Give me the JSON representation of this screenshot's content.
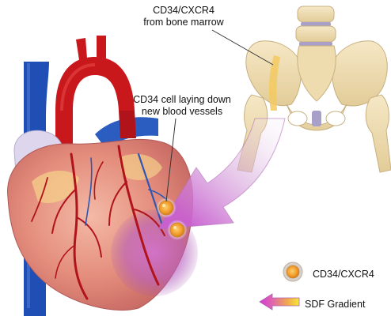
{
  "labels": {
    "bone_marrow_line1": "CD34/CXCR4",
    "bone_marrow_line2": "from bone marrow",
    "cell_line1": "CD34 cell laying down",
    "cell_line2": "new blood vessels"
  },
  "legend": {
    "cell_label": "CD34/CXCR4",
    "gradient_label": "SDF Gradient"
  },
  "colors": {
    "aorta": "#c8181c",
    "vena_cava": "#1f4fb5",
    "myocardium": "#e89a86",
    "coronary_artery": "#b0141a",
    "coronary_vein": "#2f56b0",
    "bone": "#eedcb0",
    "arrow_magenta": "#c85fd0",
    "cell_orange": "#f0a030",
    "gradient_yellow": "#f5e03a"
  }
}
